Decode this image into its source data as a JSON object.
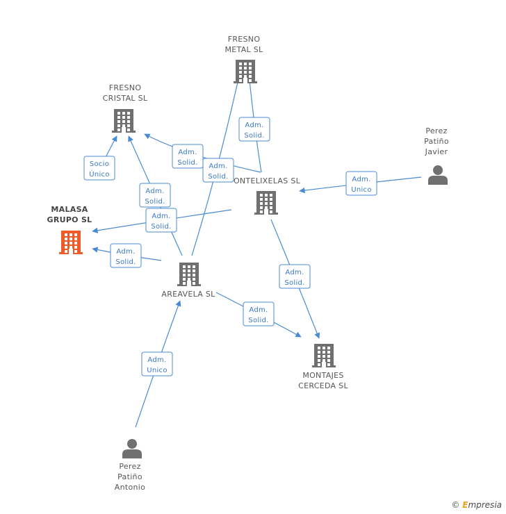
{
  "nodes": [
    {
      "id": "fresno-metal",
      "type": "company",
      "lines": [
        "FRESNO",
        "METAL SL"
      ],
      "focus": false
    },
    {
      "id": "fresno-cristal",
      "type": "company",
      "lines": [
        "FRESNO",
        "CRISTAL SL"
      ],
      "focus": false
    },
    {
      "id": "malasa",
      "type": "company",
      "lines": [
        "MALASA",
        "GRUPO SL"
      ],
      "focus": true
    },
    {
      "id": "ontelixelas",
      "type": "company",
      "lines": [
        "ONTELIXELAS SL"
      ],
      "focus": false
    },
    {
      "id": "areavela",
      "type": "company",
      "lines": [
        "AREAVELA SL"
      ],
      "focus": false
    },
    {
      "id": "montajes",
      "type": "company",
      "lines": [
        "MONTAJES",
        "CERCEDA SL"
      ],
      "focus": false
    },
    {
      "id": "perez-javier",
      "type": "person",
      "lines": [
        "Perez",
        "Patiño",
        "Javier"
      ],
      "focus": false
    },
    {
      "id": "perez-antonio",
      "type": "person",
      "lines": [
        "Perez",
        "Patiño",
        "Antonio"
      ],
      "focus": false
    }
  ],
  "edges": [
    {
      "from": "malasa",
      "to": "fresno-cristal",
      "lines": [
        "Socio",
        "Único"
      ]
    },
    {
      "from": "ontelixelas",
      "to": "fresno-cristal",
      "lines": [
        "Adm.",
        "Solid."
      ]
    },
    {
      "from": "areavela",
      "to": "fresno-cristal",
      "lines": [
        "Adm.",
        "Solid."
      ]
    },
    {
      "from": "areavela",
      "to": "fresno-metal",
      "lines": [
        "Adm.",
        "Solid."
      ]
    },
    {
      "from": "ontelixelas",
      "to": "fresno-metal",
      "lines": [
        "Adm.",
        "Solid."
      ]
    },
    {
      "from": "perez-javier",
      "to": "ontelixelas",
      "lines": [
        "Adm.",
        "Unico"
      ]
    },
    {
      "from": "ontelixelas",
      "to": "malasa",
      "lines": [
        "Adm.",
        "Solid."
      ]
    },
    {
      "from": "areavela",
      "to": "malasa",
      "lines": [
        "Adm.",
        "Solid."
      ]
    },
    {
      "from": "ontelixelas",
      "to": "montajes",
      "lines": [
        "Adm.",
        "Solid."
      ]
    },
    {
      "from": "areavela",
      "to": "montajes",
      "lines": [
        "Adm.",
        "Solid."
      ]
    },
    {
      "from": "perez-antonio",
      "to": "areavela",
      "lines": [
        "Adm.",
        "Unico"
      ]
    }
  ],
  "colors": {
    "company": "#707070",
    "focus": "#f05a28",
    "person": "#707070",
    "edge": "#4a8ad4"
  },
  "footer": {
    "copyright_symbol": "©",
    "brand_first": "E",
    "brand_rest": "mpresia"
  }
}
